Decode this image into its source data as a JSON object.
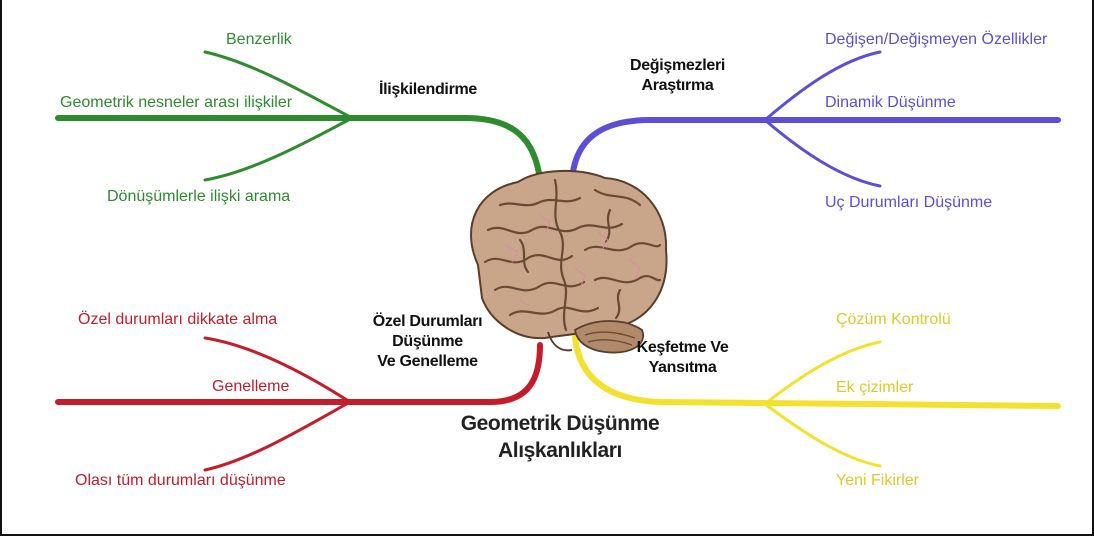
{
  "colors": {
    "green": "#2e8b2e",
    "blue": "#5a4fd6",
    "red": "#c41c2a",
    "yellow": "#f2e12e"
  },
  "center": {
    "image": "brain-illustration",
    "title_line1": "Geometrik Düşünme",
    "title_line2": "Alışkanlıkları"
  },
  "branches": {
    "top_left": {
      "heading": "İlişkilendirme",
      "items": [
        "Benzerlik",
        "Geometrik nesneler arası ilişkiler",
        "Dönüşümlerle ilişki arama"
      ]
    },
    "top_right": {
      "heading_line1": "Değişmezleri",
      "heading_line2": "Araştırma",
      "items": [
        "Değişen/Değişmeyen Özellikler",
        "Dinamik Düşünme",
        "Uç Durumları Düşünme"
      ]
    },
    "bottom_left": {
      "heading_line1": "Özel Durumları",
      "heading_line2": "Düşünme",
      "heading_line3": "Ve Genelleme",
      "items": [
        "Özel durumları dikkate alma",
        "Genelleme",
        "Olası tüm durumları düşünme"
      ]
    },
    "bottom_right": {
      "heading_line1": "Keşfetme Ve",
      "heading_line2": "Yansıtma",
      "items": [
        "Çözüm Kontrolü",
        "Ek çizimler",
        "Yeni Fikirler"
      ]
    }
  }
}
